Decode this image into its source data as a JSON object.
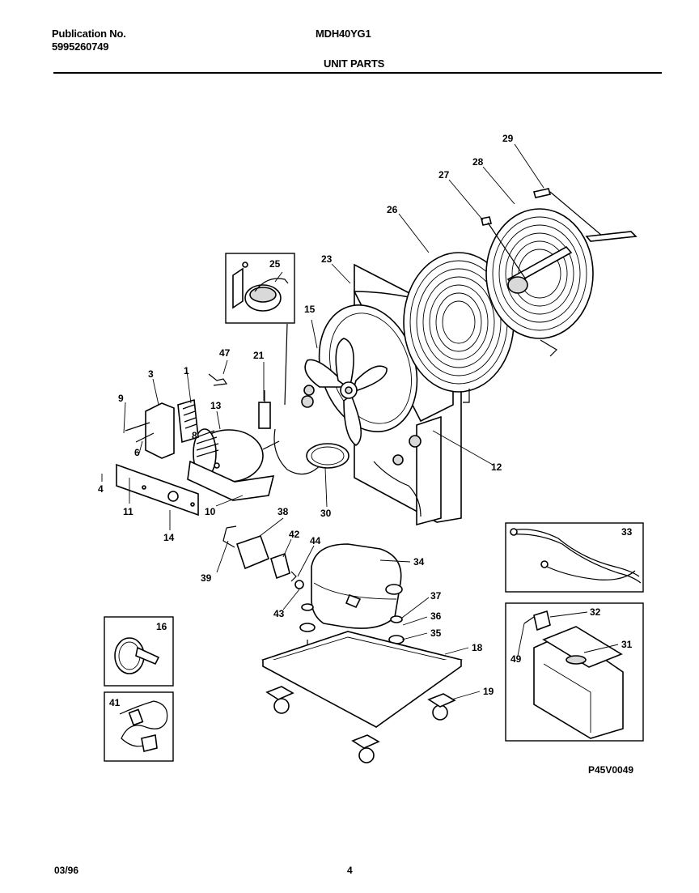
{
  "header": {
    "publication_label": "Publication No.",
    "publication_number": "5995260749",
    "model": "MDH40YG1",
    "section_title": "UNIT PARTS"
  },
  "footer": {
    "date": "03/96",
    "page": "4",
    "figure_code": "P45V0049"
  },
  "callouts": [
    "1",
    "3",
    "4",
    "6",
    "8",
    "9",
    "10",
    "11",
    "12",
    "13",
    "14",
    "15",
    "16",
    "18",
    "19",
    "21",
    "23",
    "25",
    "26",
    "27",
    "28",
    "29",
    "30",
    "31",
    "32",
    "33",
    "34",
    "35",
    "36",
    "37",
    "38",
    "39",
    "41",
    "42",
    "43",
    "44",
    "47",
    "49"
  ]
}
